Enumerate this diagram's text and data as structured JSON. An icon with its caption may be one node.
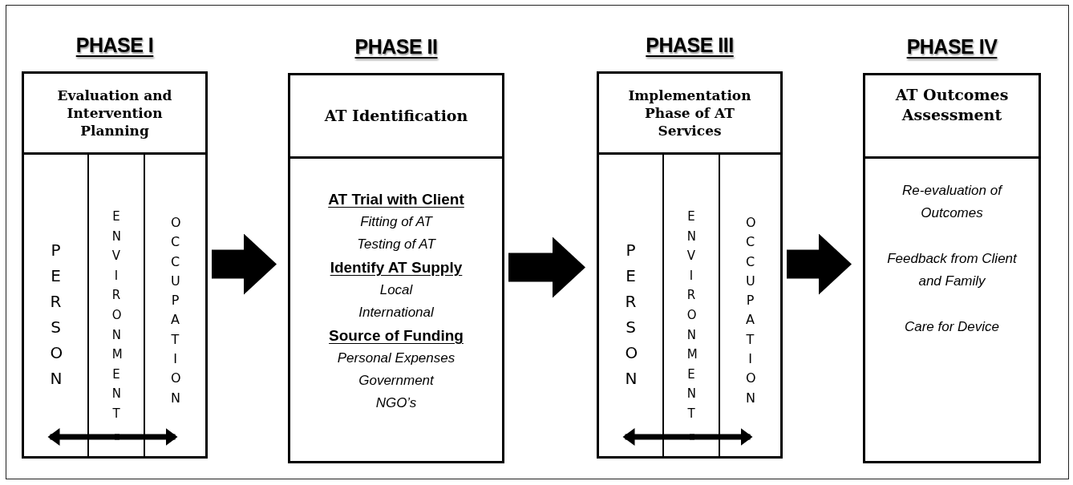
{
  "diagram": {
    "nodes": [
      {
        "text": [
          "PHASE I",
          "Evaluation and Intervention Planning"
        ]
      },
      {
        "text": [
          "PERSON"
        ],
        "in": 0
      },
      {
        "text": [
          "ENVIRONMENT"
        ],
        "in": 0
      },
      {
        "text": [
          "OCCUPATION"
        ],
        "in": 0
      },
      {
        "text": [
          "PHASE II",
          "AT Identification",
          "AT Trial with Client",
          "Fitting of AT",
          "Testing of AT",
          "Identify AT Supply",
          "Local",
          "International",
          "Source of Funding",
          "Personal Expenses",
          "Government",
          "NGO’s"
        ]
      },
      {
        "text": [
          "PHASE III",
          "Implementation Phase of AT Services"
        ]
      },
      {
        "text": [
          "PERSON"
        ],
        "in": 5
      },
      {
        "text": [
          "ENVIRONMENT"
        ],
        "in": 5
      },
      {
        "text": [
          "OCCUPATION"
        ],
        "in": 5
      },
      {
        "text": [
          "PHASE IV",
          "AT Outcomes Assessment",
          "Re-evaluation of Outcomes",
          "Feedback from Client and Family",
          "Care for Device"
        ]
      }
    ],
    "edges": [
      {
        "from": 0,
        "to": 4,
        "arrow": "to",
        "style": "thick"
      },
      {
        "from": 4,
        "to": 5,
        "arrow": "to",
        "style": "thick"
      },
      {
        "from": 5,
        "to": 9,
        "arrow": "to",
        "style": "thick"
      },
      {
        "from": 2,
        "to": 1,
        "arrow": "to"
      },
      {
        "from": 2,
        "to": 3,
        "arrow": "to"
      },
      {
        "from": 7,
        "to": 6,
        "arrow": "to"
      },
      {
        "from": 7,
        "to": 8,
        "arrow": "to"
      }
    ]
  }
}
